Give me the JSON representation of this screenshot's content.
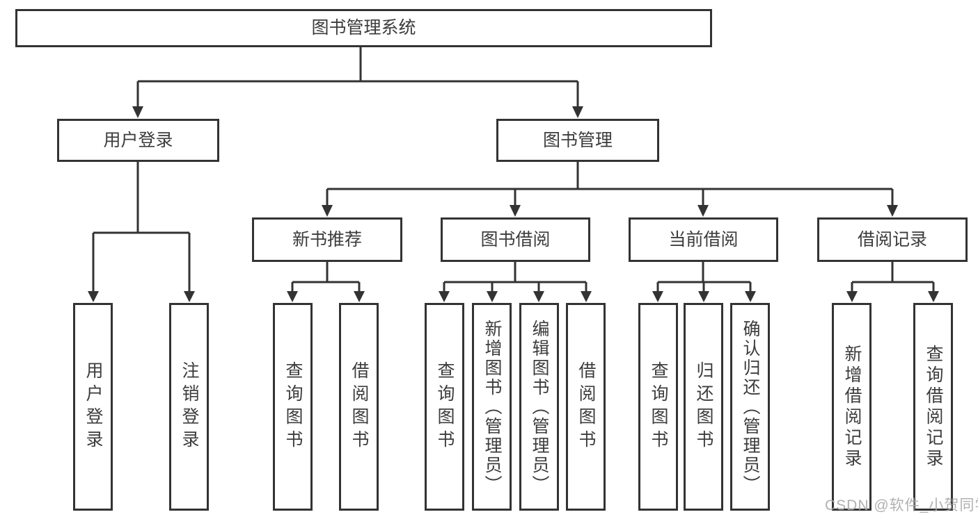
{
  "diagram": {
    "title": "图书管理系统",
    "watermark": "CSDN @软件_小贺同学",
    "colors": {
      "line": "#333333",
      "text": "#3c3c3c",
      "box_fill": "#ffffff",
      "watermark": "#a8a8a8",
      "background": "#ffffff"
    },
    "tree": {
      "root": {
        "label": "图书管理系统",
        "children": [
          "用户登录",
          "图书管理"
        ]
      },
      "level2": [
        {
          "label": "用户登录",
          "children": [
            "用户登录",
            "注销登录"
          ]
        },
        {
          "label": "图书管理",
          "children": [
            "新书推荐",
            "图书借阅",
            "当前借阅",
            "借阅记录"
          ]
        }
      ],
      "level3": [
        {
          "label": "新书推荐",
          "children": [
            "查询图书",
            "借阅图书"
          ]
        },
        {
          "label": "图书借阅",
          "children": [
            "查询图书",
            "新增图书（管理员）",
            "编辑图书（管理员）",
            "借阅图书"
          ]
        },
        {
          "label": "当前借阅",
          "children": [
            "查询图书",
            "归还图书",
            "确认归还（管理员）"
          ]
        },
        {
          "label": "借阅记录",
          "children": [
            "新增借阅记录",
            "查询借阅记录"
          ]
        }
      ],
      "leaves": [
        {
          "label": "用户登录",
          "parent": "用户登录"
        },
        {
          "label": "注销登录",
          "parent": "用户登录"
        },
        {
          "label": "查询图书",
          "parent": "新书推荐"
        },
        {
          "label": "借阅图书",
          "parent": "新书推荐"
        },
        {
          "label": "查询图书",
          "parent": "图书借阅"
        },
        {
          "label": "新增图书（管理员）",
          "parent": "图书借阅"
        },
        {
          "label": "编辑图书（管理员）",
          "parent": "图书借阅"
        },
        {
          "label": "借阅图书",
          "parent": "图书借阅"
        },
        {
          "label": "查询图书",
          "parent": "当前借阅"
        },
        {
          "label": "归还图书",
          "parent": "当前借阅"
        },
        {
          "label": "确认归还（管理员）",
          "parent": "当前借阅"
        },
        {
          "label": "新增借阅记录",
          "parent": "借阅记录"
        },
        {
          "label": "查询借阅记录",
          "parent": "借阅记录"
        }
      ]
    }
  }
}
